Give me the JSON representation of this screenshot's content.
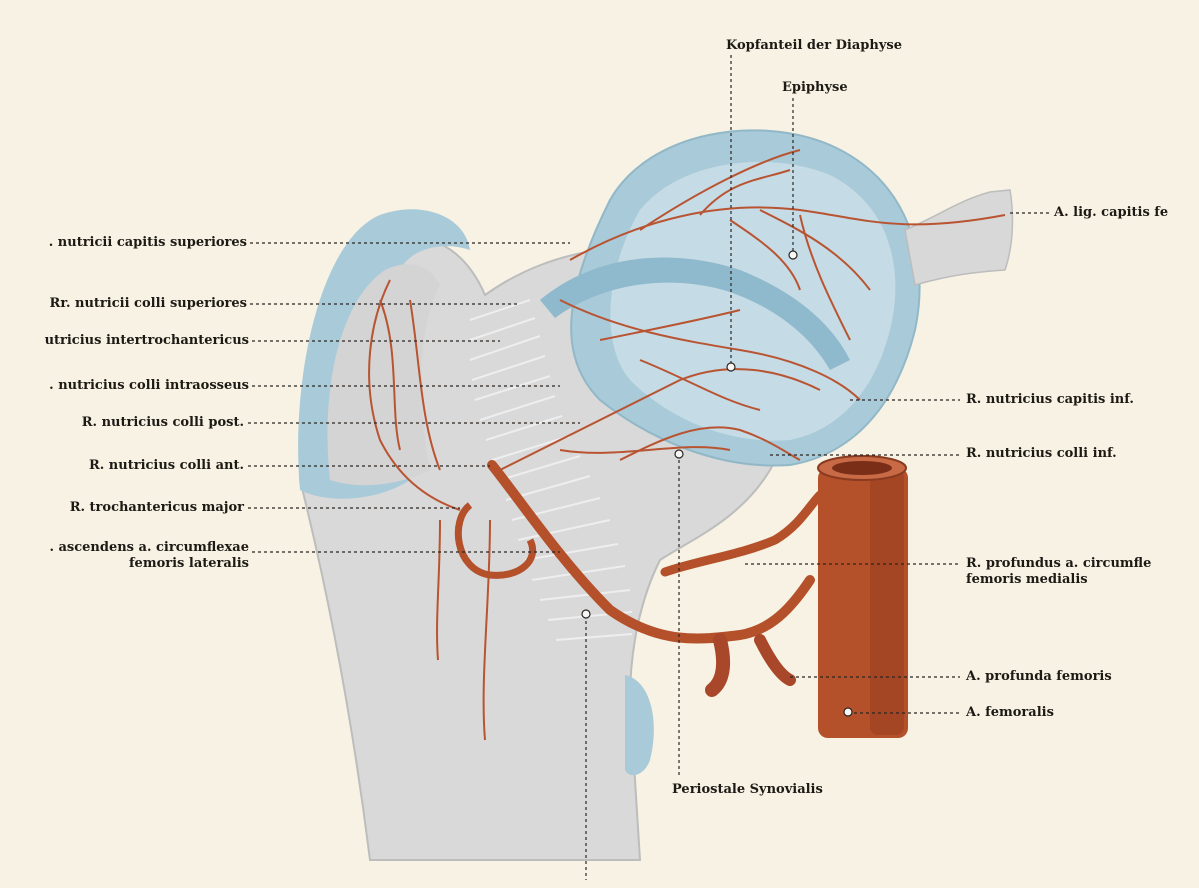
{
  "labels": {
    "kopfanteil": "Kopfanteil der Diaphyse",
    "epiphyse": "Epiphyse",
    "lig_capitis": "A. lig. capitis fe",
    "nutricii_capitis_sup": ". nutricii capitis superiores",
    "nutricii_colli_sup": "Rr. nutricii colli superiores",
    "intertrochantericus": "utricius intertrochantericus",
    "colli_intraosseus": ". nutricius colli intraosseus",
    "colli_post": "R. nutricius colli post.",
    "colli_ant": "R. nutricius colli ant.",
    "trochantericus_major": "R. trochantericus major",
    "ascendens_1": ". ascendens a. circumflexae",
    "ascendens_2": "femoris lateralis",
    "capitis_inf": "R. nutricius capitis inf.",
    "colli_inf": "R. nutricius colli inf.",
    "profundus_1": "R. profundus a. circumfle",
    "profundus_2": "femoris medialis",
    "profunda_femoris": "A. profunda femoris",
    "femoralis": "A. femoralis",
    "periostale": "Periostale Synovialis"
  },
  "colors": {
    "background": "#f7f2e3",
    "bone": "#d8d8d8",
    "cartilage": "#a8cad9",
    "artery": "#b4502a",
    "label": "#1d1a16"
  }
}
